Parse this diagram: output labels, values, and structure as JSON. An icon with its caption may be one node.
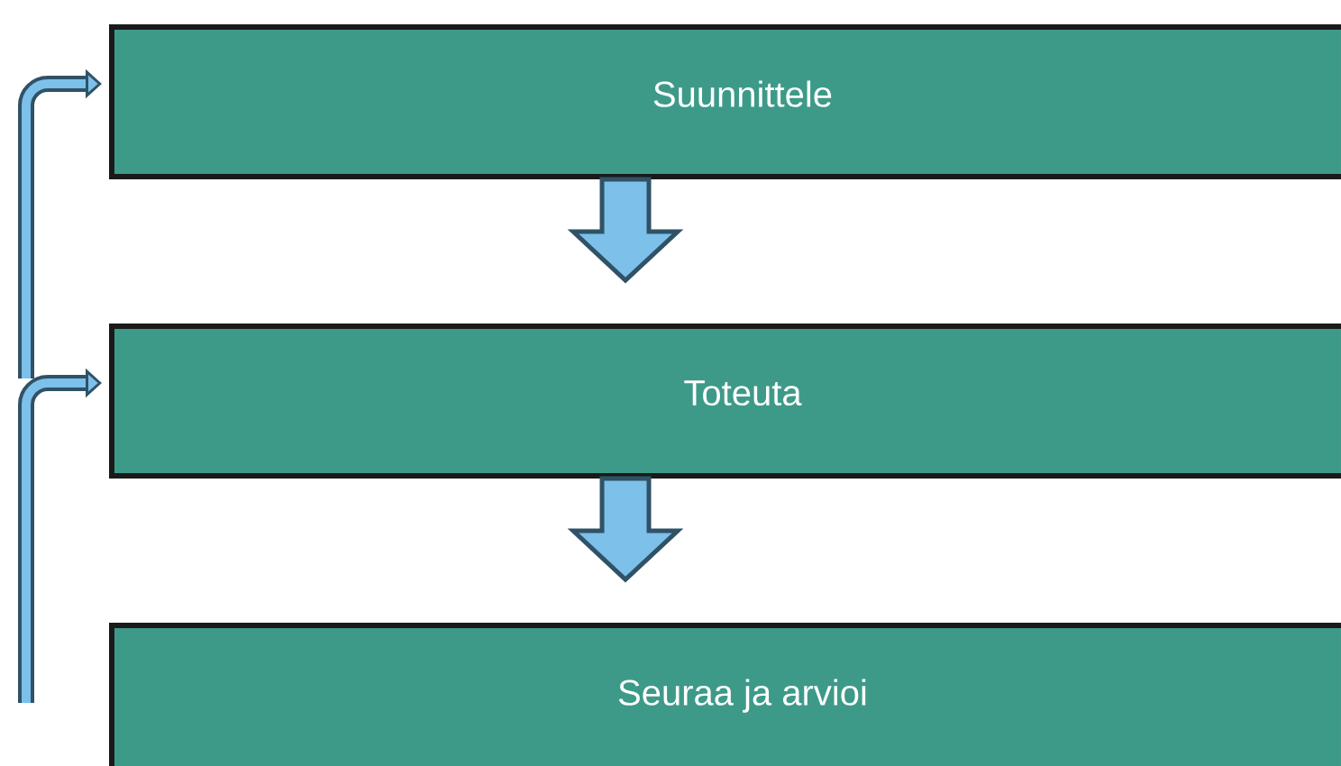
{
  "diagram": {
    "nodes": [
      {
        "text": [
          "Suunnittele"
        ]
      },
      {
        "text": [
          "Toteuta"
        ]
      },
      {
        "text": [
          "Seuraa ja arvioi"
        ]
      }
    ],
    "edges": [
      {
        "from": 0,
        "to": 1,
        "arrow": "to",
        "style": "thick"
      },
      {
        "from": 1,
        "to": 2,
        "arrow": "to",
        "style": "thick"
      },
      {
        "from": null,
        "to": 0,
        "arrow": "to"
      },
      {
        "from": null,
        "to": 1,
        "arrow": "to"
      }
    ]
  }
}
